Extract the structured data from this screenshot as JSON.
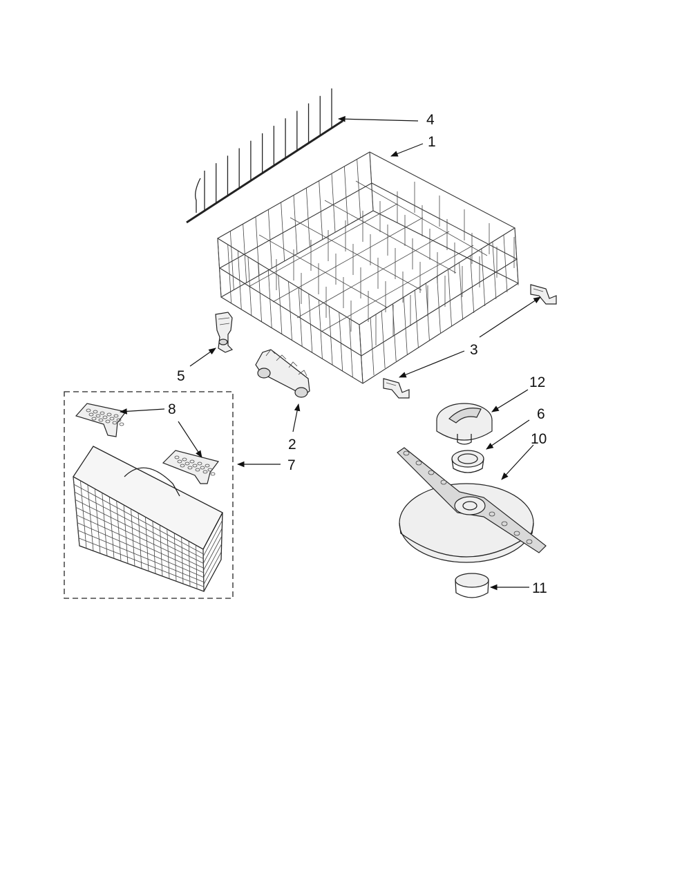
{
  "callouts": {
    "c1": "1",
    "c2": "2",
    "c3": "3",
    "c4": "4",
    "c5": "5",
    "c6": "6",
    "c7": "7",
    "c8": "8",
    "c10": "10",
    "c11": "11",
    "c12": "12"
  },
  "colors": {
    "ink": "#111111",
    "shade": "#d9d9d9",
    "background": "#ffffff"
  }
}
